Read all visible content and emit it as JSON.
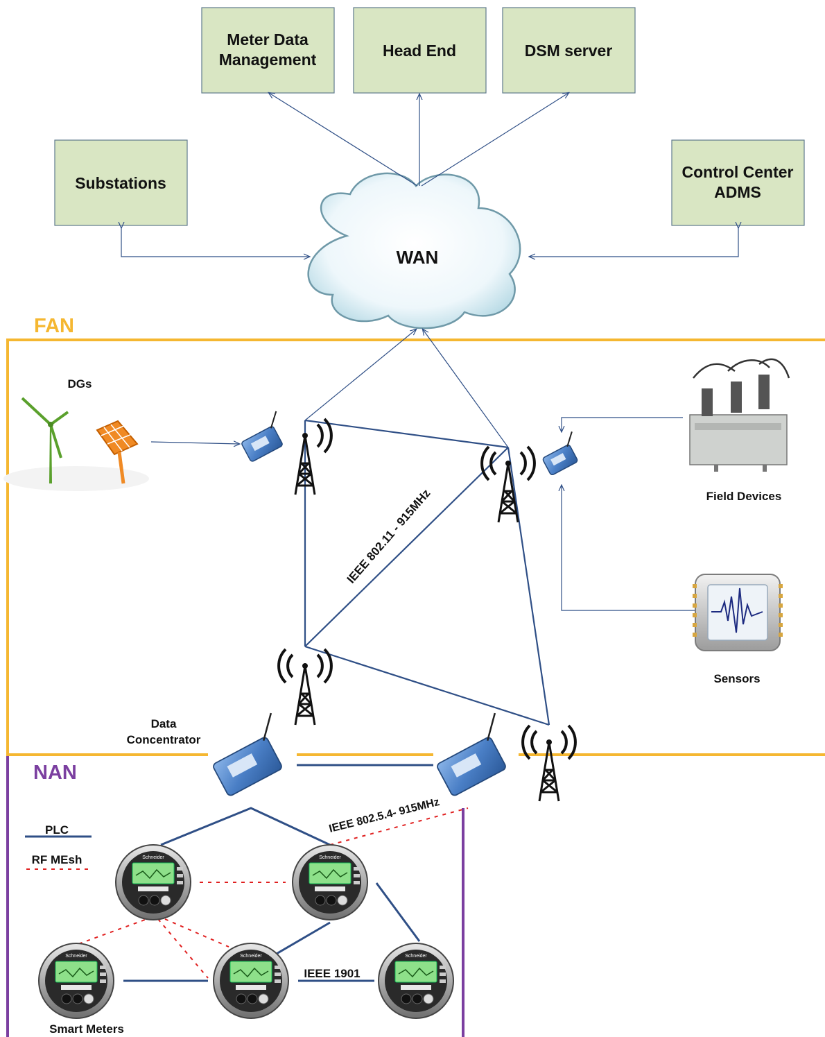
{
  "boxes": {
    "mdm_line1": "Meter Data",
    "mdm_line2": "Management",
    "head_end": "Head End",
    "dsm": "DSM server",
    "substations": "Substations",
    "cc_line1": "Control Center",
    "cc_line2": "ADMS"
  },
  "wan": "WAN",
  "fan": "FAN",
  "nan": "NAN",
  "labels": {
    "dgs": "DGs",
    "field_devices": "Field Devices",
    "sensors": "Sensors",
    "data_conc_line1": "Data",
    "data_conc_line2": "Concentrator",
    "ieee_80211": "IEEE 802.11 - 915MHz",
    "ieee_802154": "IEEE 802.5.4- 915MHz",
    "ieee_1901": "IEEE 1901",
    "smart_meters": "Smart Meters"
  },
  "legend": {
    "plc": "PLC",
    "rf_mesh": "RF MEsh"
  },
  "meter_brand": "Schneider",
  "colors": {
    "box_fill": "#d9e6c3",
    "box_stroke": "#5f7a8c",
    "fan_border": "#f5b731",
    "fan_text": "#f5b731",
    "nan_border": "#7b3fa0",
    "nan_text": "#7b3fa0",
    "link_line": "#2f4f86",
    "rf_dotted": "#e02020",
    "modem": "#4a7fc6",
    "meter_screen": "#8ee08a"
  },
  "icons": {
    "wind_turbine": "wind-turbine-icon",
    "solar_panel": "solar-panel-icon",
    "radio_tower": "radio-tower-icon",
    "modem": "wireless-modem-icon",
    "recloser": "recloser-field-device-icon",
    "sensor_chip": "sensor-chip-icon",
    "smart_meter": "smart-meter-icon"
  }
}
